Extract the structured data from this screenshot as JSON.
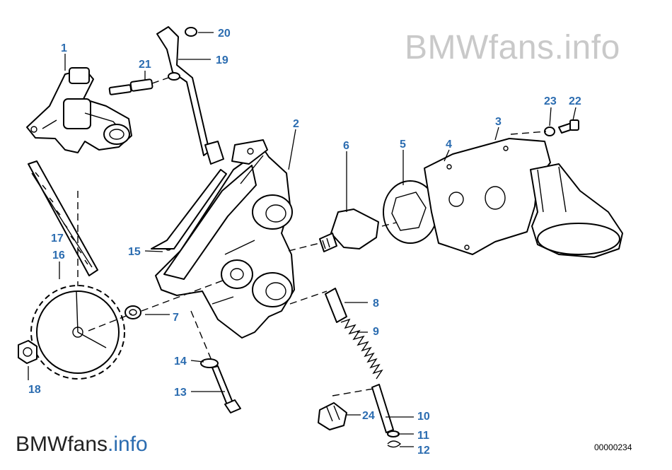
{
  "diagram": {
    "drawing_code": "00000234",
    "watermark_top": {
      "text_a": "BMWfans",
      "text_b": ".info"
    },
    "watermark_bottom": {
      "text_a": "BMWfans",
      "text_b": ".info"
    },
    "callouts": [
      {
        "id": "1",
        "label": "1"
      },
      {
        "id": "2",
        "label": "2"
      },
      {
        "id": "3",
        "label": "3"
      },
      {
        "id": "4",
        "label": "4"
      },
      {
        "id": "5",
        "label": "5"
      },
      {
        "id": "6",
        "label": "6"
      },
      {
        "id": "7",
        "label": "7"
      },
      {
        "id": "8",
        "label": "8"
      },
      {
        "id": "9",
        "label": "9"
      },
      {
        "id": "10",
        "label": "10"
      },
      {
        "id": "11",
        "label": "11"
      },
      {
        "id": "12",
        "label": "12"
      },
      {
        "id": "13",
        "label": "13"
      },
      {
        "id": "14",
        "label": "14"
      },
      {
        "id": "15",
        "label": "15"
      },
      {
        "id": "16",
        "label": "16"
      },
      {
        "id": "17",
        "label": "17"
      },
      {
        "id": "18",
        "label": "18"
      },
      {
        "id": "19",
        "label": "19"
      },
      {
        "id": "20",
        "label": "20"
      },
      {
        "id": "21",
        "label": "21"
      },
      {
        "id": "22",
        "label": "22"
      },
      {
        "id": "23",
        "label": "23"
      },
      {
        "id": "24",
        "label": "24"
      }
    ]
  }
}
